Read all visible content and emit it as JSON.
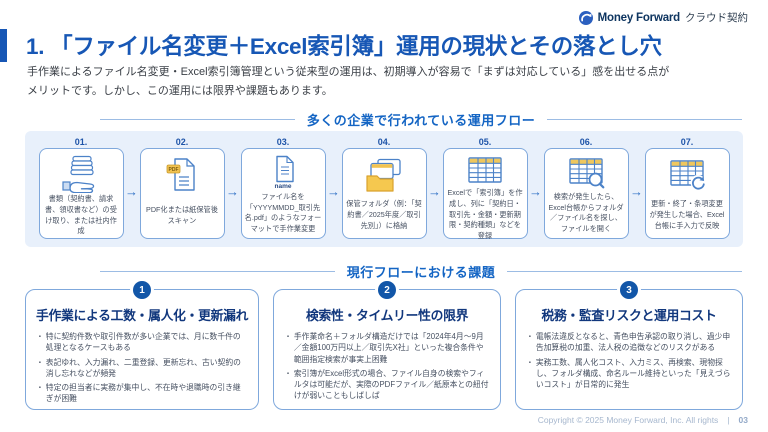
{
  "colors": {
    "accent_blue": "#1757B5",
    "section_heading_blue": "#1465C4",
    "panel_bg": "#E8F0FB",
    "card_border": "#7FA8DC",
    "badge_bg": "#1256A8",
    "icon_yellow": "#F2C351"
  },
  "logo": {
    "brand": "Money Forward",
    "product": "クラウド契約"
  },
  "header": {
    "title": "1. 「ファイル名変更＋Excel索引簿」運用の現状とその落とし穴",
    "subtitle_line1": "手作業によるファイル名変更・Excel索引簿管理という従来型の運用は、初期導入が容易で「まずは対応している」感を出せる点が",
    "subtitle_line2": "メリットです。しかし、この運用には限界や課題もあります。"
  },
  "flow_section": {
    "heading": "多くの企業で行われている運用フロー",
    "arrow_char": "→",
    "steps": [
      {
        "number": "01.",
        "icon": "documents-hand-icon",
        "text": "書類（契約書、請求書、領収書など）の受け取り、または社内作成"
      },
      {
        "number": "02.",
        "icon": "pdf-document-icon",
        "icon_label": "PDF",
        "text": "PDF化または紙保管後スキャン"
      },
      {
        "number": "03.",
        "icon": "file-name-icon",
        "icon_label": "name",
        "text": "ファイル名を「YYYYMMDD_取引先名.pdf」のようなフォーマットで手作業変更"
      },
      {
        "number": "04.",
        "icon": "storage-folder-icon",
        "text": "保管フォルダ（例：「契約書／2025年度／取引先別」）に格納"
      },
      {
        "number": "05.",
        "icon": "spreadsheet-icon",
        "text": "Excelで「索引簿」を作成し、列に「契約日・取引先・金額・更新期限・契約種類」などを登録"
      },
      {
        "number": "06.",
        "icon": "spreadsheet-search-icon",
        "text": "検索が発生したら、Excel台帳からフォルダ／ファイル名を探し、ファイルを開く"
      },
      {
        "number": "07.",
        "icon": "spreadsheet-refresh-icon",
        "text": "更新・終了・条項変更が発生した場合、Excel台帳に手入力で反映"
      }
    ]
  },
  "issues_section": {
    "heading": "現行フローにおける課題",
    "bullet_char": "・",
    "issues": [
      {
        "number": "1",
        "title": "手作業による工数・属人化・更新漏れ",
        "bullets": [
          "特に契約件数や取引件数が多い企業では、月に数千件の処理となるケースもある",
          "表記ゆれ、入力漏れ、二重登録、更新忘れ、古い契約の消し忘れなどが頻発",
          "特定の担当者に実務が集中し、不在時や退職時の引き継ぎが困難"
        ]
      },
      {
        "number": "2",
        "title": "検索性・タイムリー性の限界",
        "bullets": [
          "手作業命名＋フォルダ構造だけでは「2024年4月～9月／金額100万円以上／取引先X社」といった複合条件や範囲指定検索が事実上困難",
          "索引簿がExcel形式の場合、ファイル自身の検索やフィルタは可能だが、実際のPDFファイル／紙原本との紐付けが弱いこともしばしば"
        ]
      },
      {
        "number": "3",
        "title": "税務・監査リスクと運用コスト",
        "bullets": [
          "電帳法違反となると、青色申告承認の取り消し、過少申告加算税の加重、法人税の追徴などのリスクがある",
          "実務工数、属人化コスト、入力ミス、再検索、現物探し、フォルダ構成、命名ルール維持といった「見えづらいコスト」が日常的に発生"
        ]
      }
    ]
  },
  "footer": {
    "copyright": "Copyright © 2025 Money Forward, Inc. All rights",
    "separator": "|",
    "page_number": "03"
  }
}
